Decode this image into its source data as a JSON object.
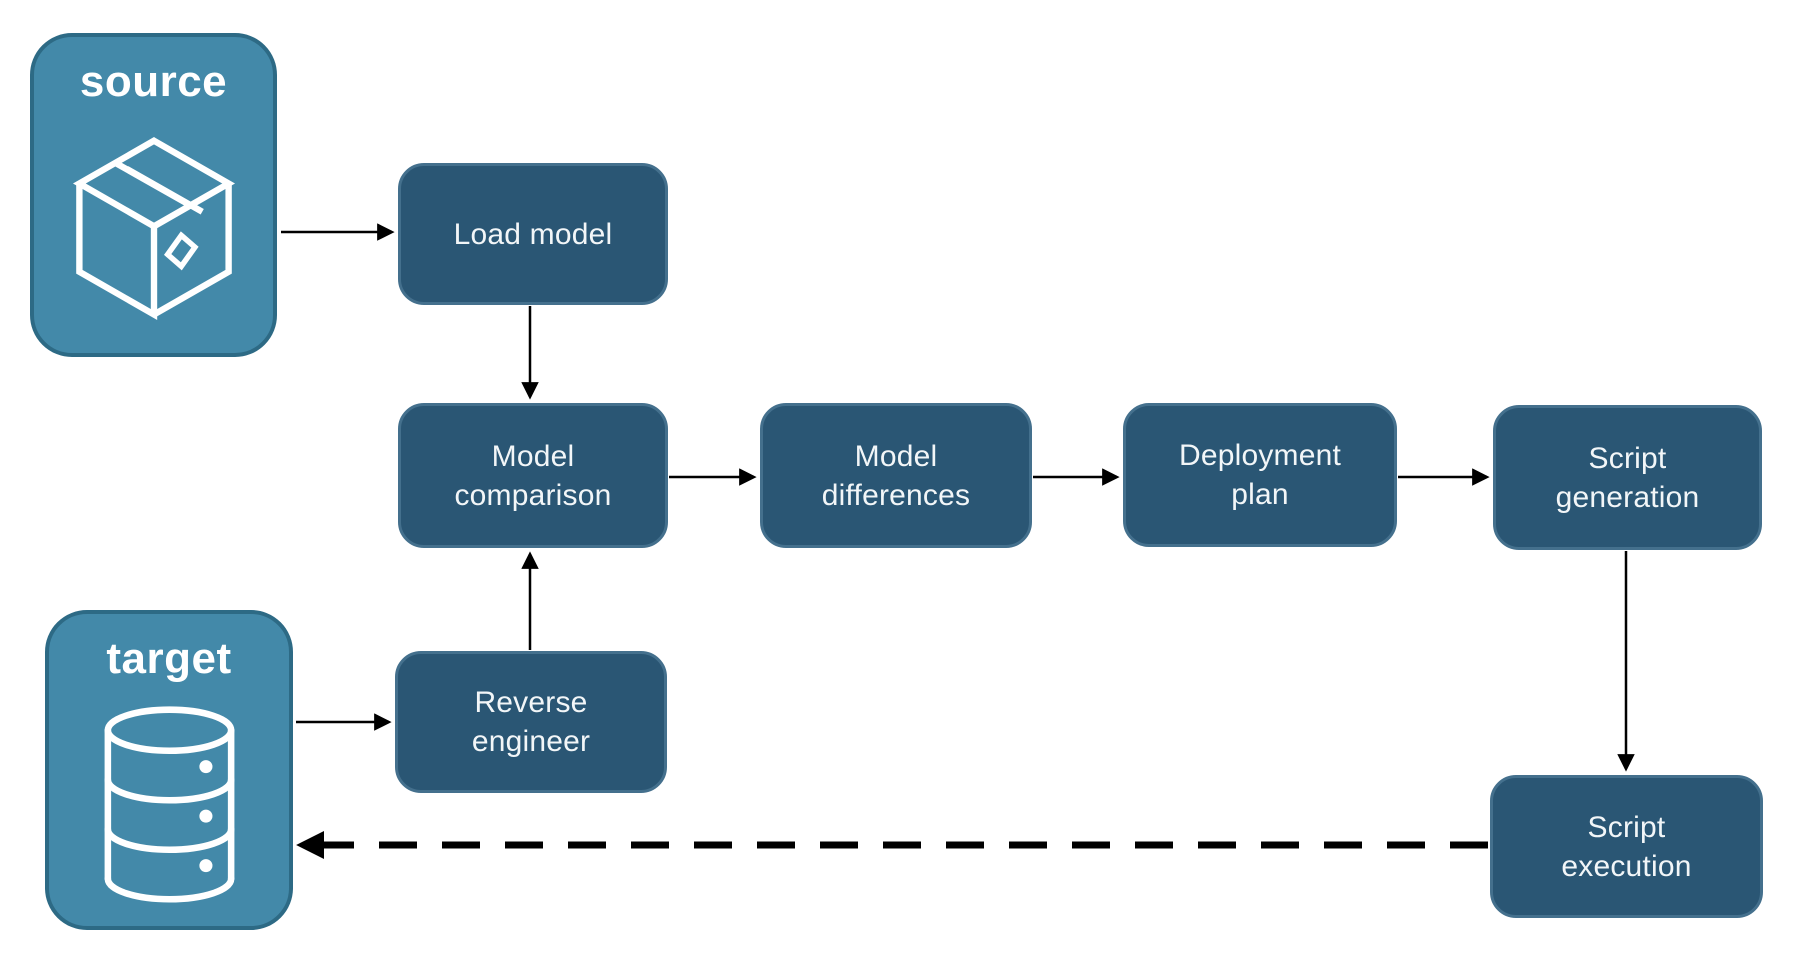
{
  "diagram": {
    "background": "#FFFFFF",
    "colors": {
      "node_fill": "#2A5674",
      "node_border": "#44708D",
      "node_text": "#F2F6F8",
      "entity_fill": "#4389A9",
      "entity_border": "#2D6A85",
      "entity_text": "#FFFFFF",
      "arrow": "#000000"
    },
    "entities": {
      "source": {
        "label": "source",
        "icon": "package-icon"
      },
      "target": {
        "label": "target",
        "icon": "database-icon"
      }
    },
    "nodes": {
      "load_model": {
        "label": "Load model"
      },
      "model_comparison": {
        "label": "Model comparison"
      },
      "model_differences": {
        "label": "Model differences"
      },
      "deployment_plan": {
        "label": "Deployment plan"
      },
      "script_generation": {
        "label": "Script generation"
      },
      "reverse_engineer": {
        "label": "Reverse engineer"
      },
      "script_execution": {
        "label": "Script execution"
      }
    },
    "edges": [
      {
        "from": "source",
        "to": "load_model",
        "style": "solid"
      },
      {
        "from": "load_model",
        "to": "model_comparison",
        "style": "solid"
      },
      {
        "from": "model_comparison",
        "to": "model_differences",
        "style": "solid"
      },
      {
        "from": "model_differences",
        "to": "deployment_plan",
        "style": "solid"
      },
      {
        "from": "deployment_plan",
        "to": "script_generation",
        "style": "solid"
      },
      {
        "from": "script_generation",
        "to": "script_execution",
        "style": "solid"
      },
      {
        "from": "target",
        "to": "reverse_engineer",
        "style": "solid"
      },
      {
        "from": "reverse_engineer",
        "to": "model_comparison",
        "style": "solid"
      },
      {
        "from": "script_execution",
        "to": "target",
        "style": "dashed"
      }
    ]
  }
}
